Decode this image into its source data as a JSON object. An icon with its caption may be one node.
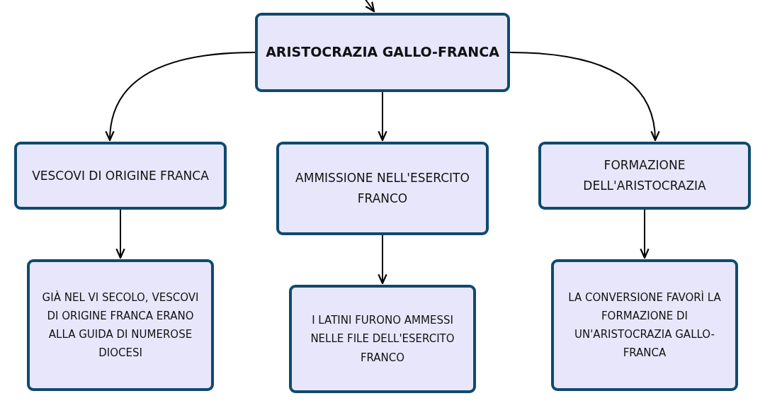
{
  "diagram": {
    "nodes": [
      {
        "text": [
          "ARISTOCRAZIA GALLO-FRANCA"
        ]
      },
      {
        "text": [
          "VESCOVI DI ORIGINE FRANCA"
        ]
      },
      {
        "text": [
          "AMMISSIONE NELL'ESERCITO FRANCO"
        ]
      },
      {
        "text": [
          "FORMAZIONE DELL'ARISTOCRAZIA"
        ]
      },
      {
        "text": [
          "GIÀ NEL VI SECOLO, VESCOVI DI ORIGINE FRANCA ERANO ALLA GUIDA DI NUMEROSE DIOCESI"
        ]
      },
      {
        "text": [
          "I LATINI FURONO AMMESSI NELLE FILE DELL'ESERCITO FRANCO"
        ]
      },
      {
        "text": [
          "LA CONVERSIONE FAVORÌ LA FORMAZIONE DI UN'ARISTOCRAZIA GALLO-FRANCA"
        ]
      }
    ],
    "edges": [
      {
        "from": null,
        "to": 0,
        "arrow": "to"
      },
      {
        "from": 0,
        "to": 1,
        "arrow": "to"
      },
      {
        "from": 0,
        "to": 2,
        "arrow": "to"
      },
      {
        "from": 0,
        "to": 3,
        "arrow": "to"
      },
      {
        "from": 1,
        "to": 4,
        "arrow": "to"
      },
      {
        "from": 2,
        "to": 5,
        "arrow": "to"
      },
      {
        "from": 3,
        "to": 6,
        "arrow": "to"
      }
    ]
  }
}
